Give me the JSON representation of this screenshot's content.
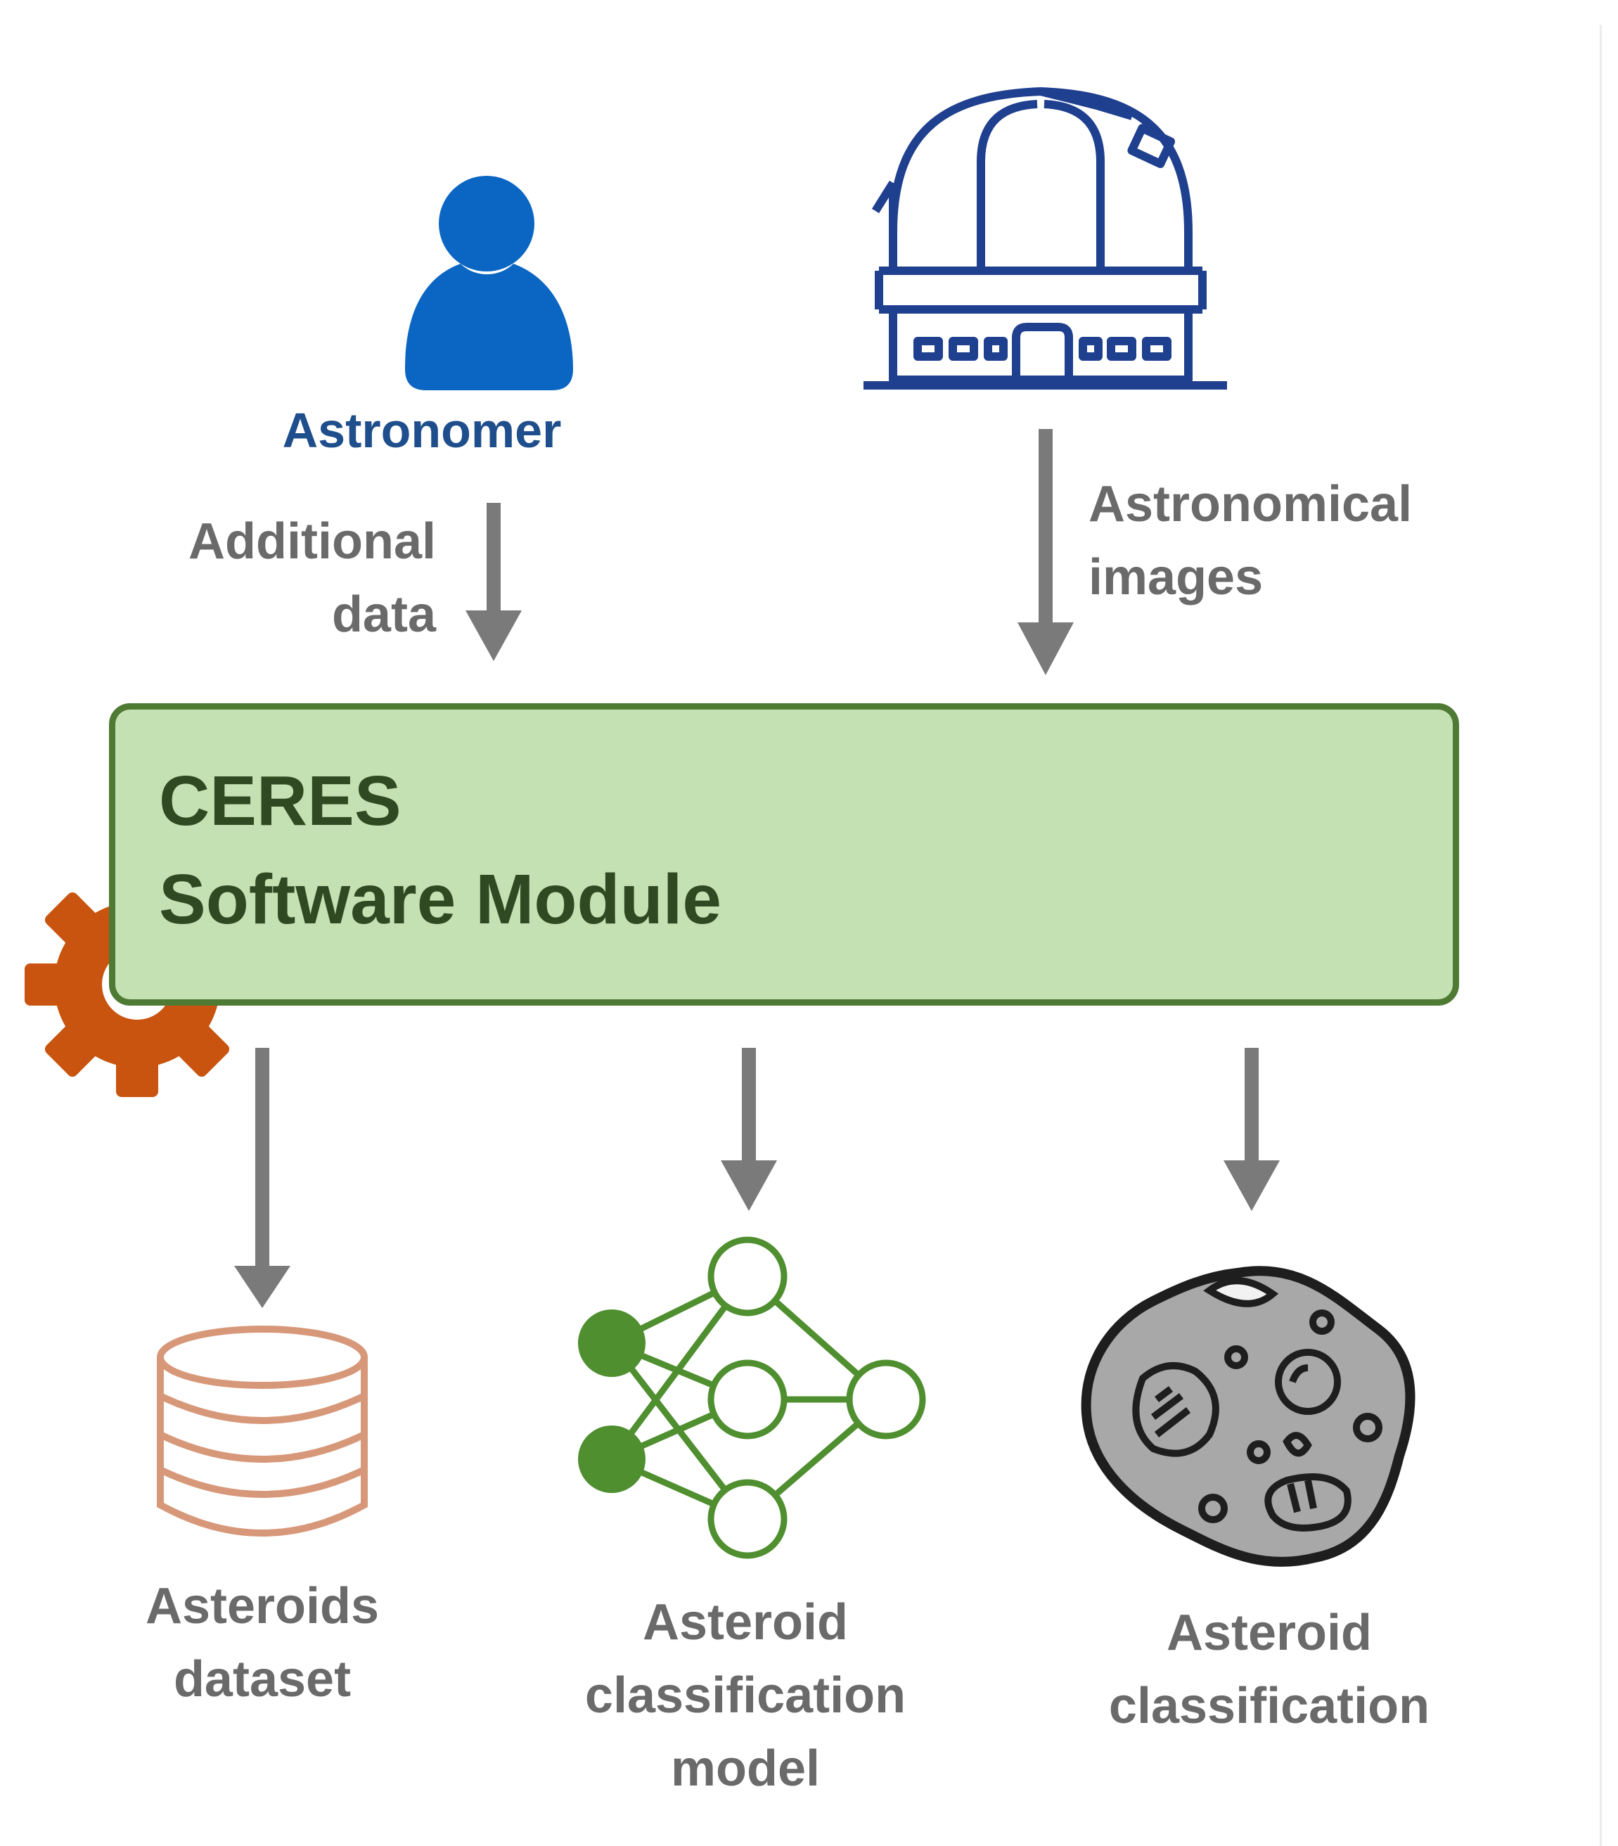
{
  "actors": {
    "astronomer": {
      "label": "Astronomer",
      "icon": "user-icon",
      "color": "#0a66c2"
    },
    "observatory": {
      "icon": "observatory-icon",
      "color": "#1f3f8f"
    }
  },
  "flows": {
    "additional_data": [
      "Additional",
      "data"
    ],
    "astronomical_images": [
      "Astronomical",
      "images"
    ]
  },
  "module": {
    "line1": "CERES",
    "line2": "Software Module",
    "fill": "#c4e1b3",
    "border": "#4f7a34",
    "icon": "gear-icon",
    "gear_color": "#c8540f"
  },
  "outputs": {
    "dataset": {
      "lines": [
        "Asteroids",
        "dataset"
      ],
      "icon": "database-icon",
      "color": "#d7987a"
    },
    "model": {
      "lines": [
        "Asteroid",
        "classification",
        "model"
      ],
      "icon": "neural-network-icon",
      "color": "#4f8f2f"
    },
    "classification": {
      "lines": [
        "Asteroid",
        "classification"
      ],
      "icon": "asteroid-icon",
      "color": "#222222"
    }
  },
  "arrow_color": "#7a7a7a"
}
